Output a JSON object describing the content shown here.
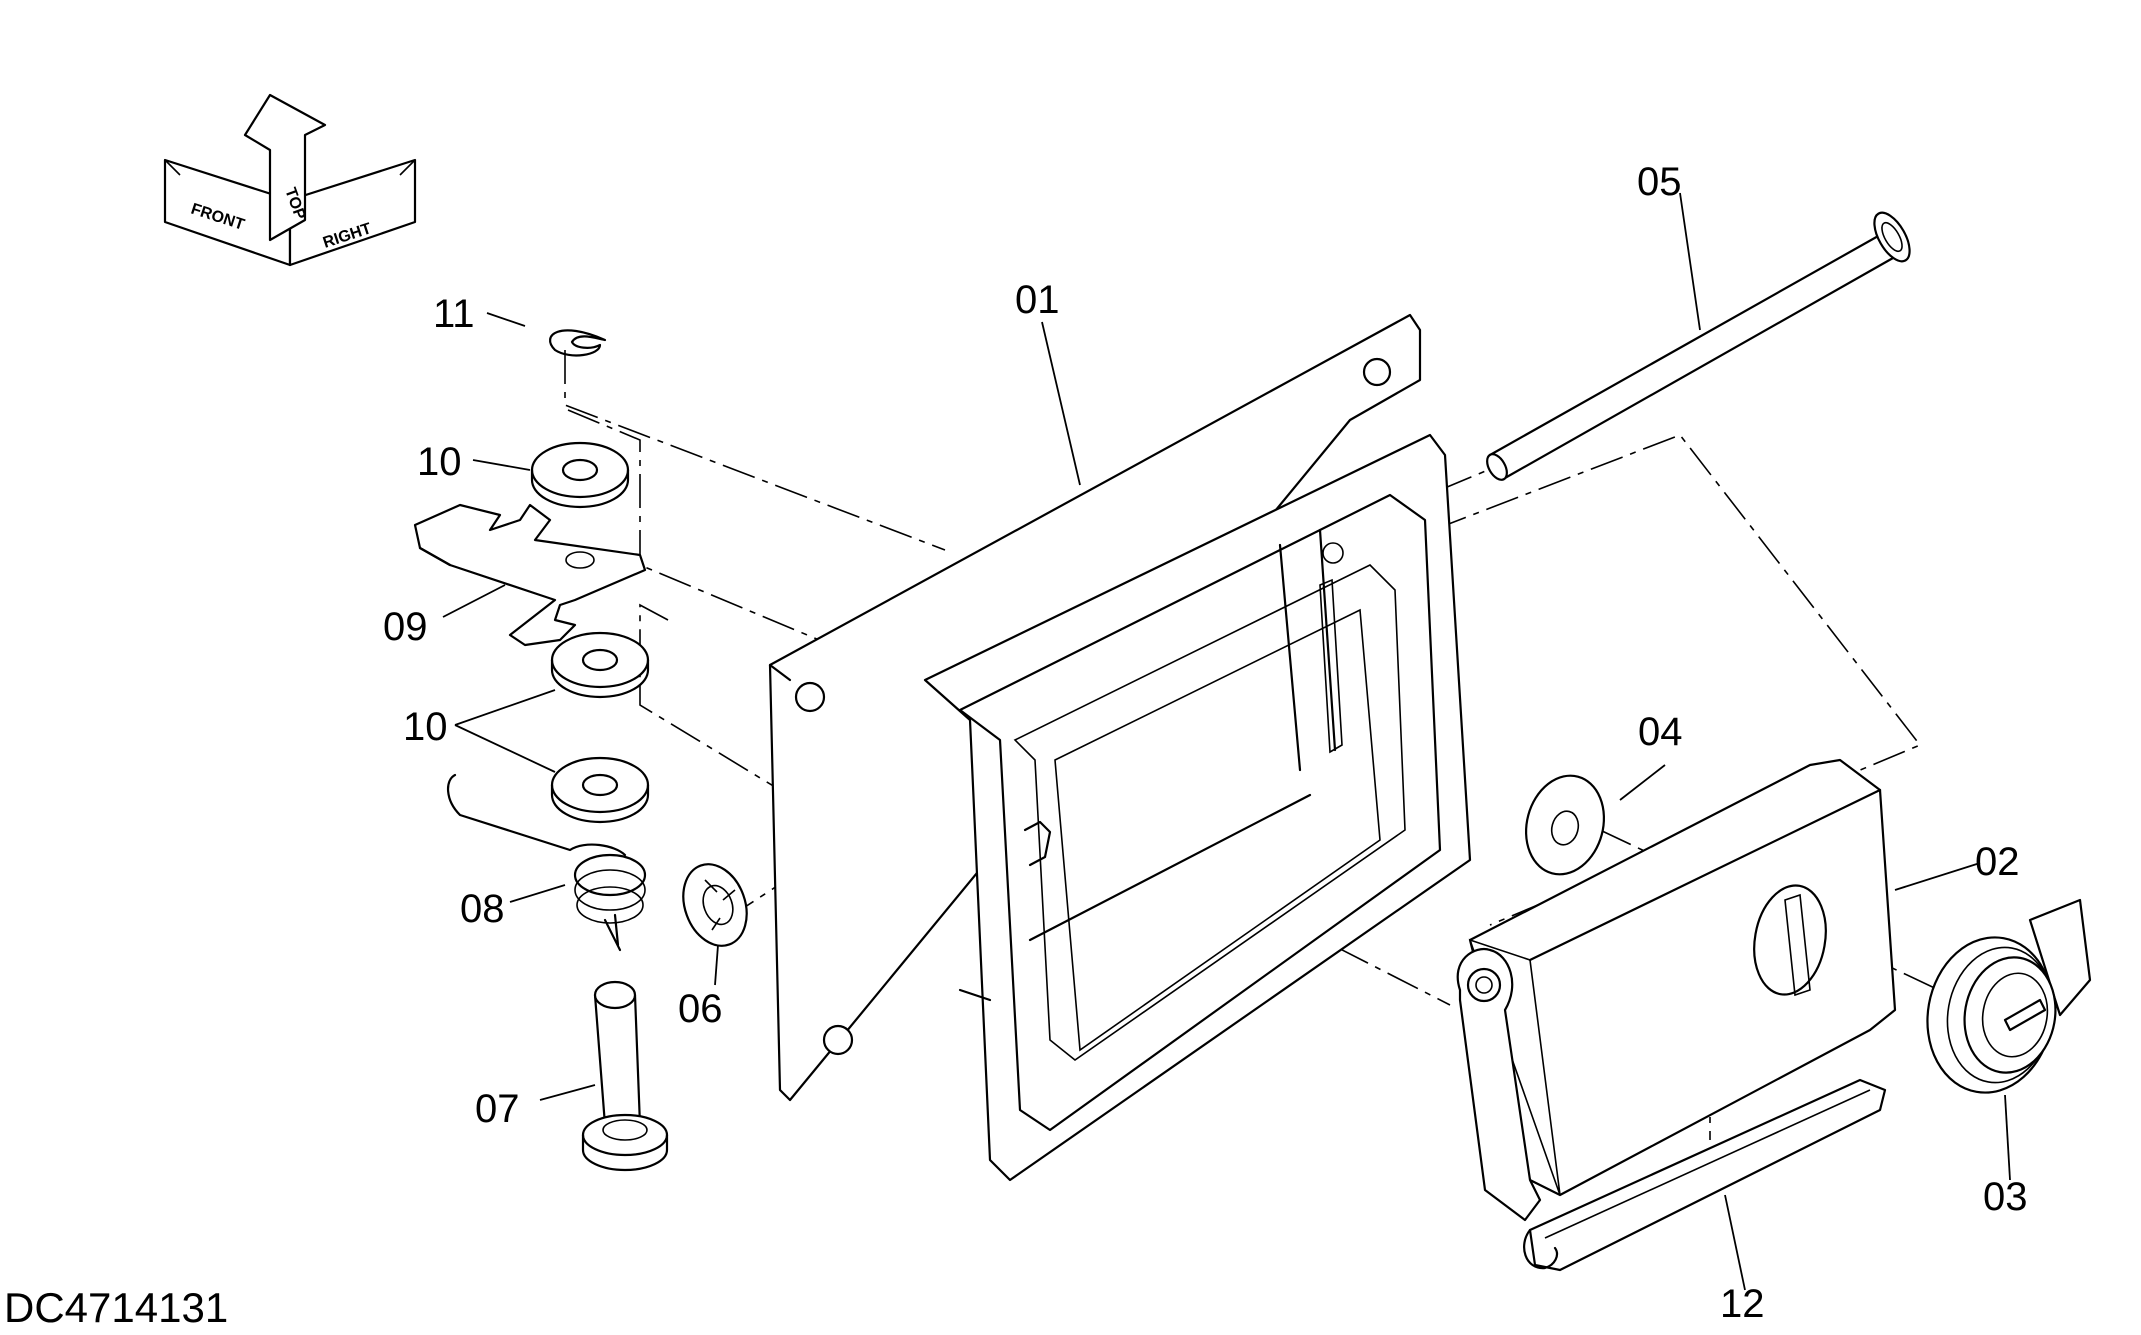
{
  "document_id": "DC4714131",
  "orientation_indicator": {
    "labels": [
      "FRONT",
      "TOP",
      "RIGHT"
    ]
  },
  "callouts": [
    "01",
    "02",
    "03",
    "04",
    "05",
    "06",
    "07",
    "08",
    "09",
    "10",
    "10",
    "11",
    "12"
  ]
}
